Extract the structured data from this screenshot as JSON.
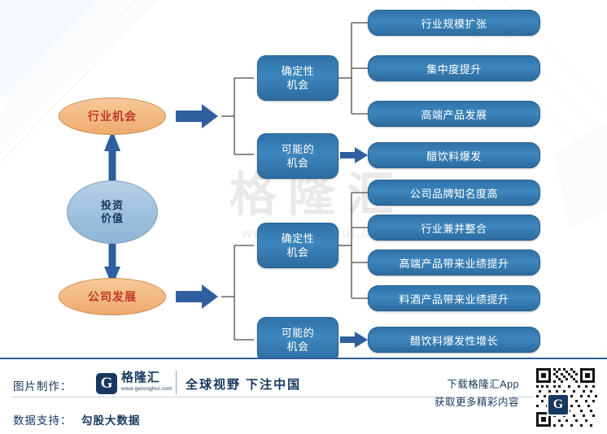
{
  "meta": {
    "title": "投资价值分析结构图",
    "watermark_big": "格隆汇",
    "watermark_small": "www.gelonghui.com",
    "colors": {
      "blue_box": "#3d86bd",
      "blue_box_border": "#24608f",
      "orange_ellipse": "#f2b77f",
      "orange_text": "#c0392b",
      "center_ellipse": "#9dbfdc",
      "footer_accent": "#2f5f9e",
      "arrow": "#2f5f9e"
    }
  },
  "diagram": {
    "root": {
      "label": "投资\n价值",
      "line1": "投资",
      "line2": "价值"
    },
    "branches": [
      {
        "id": "industry",
        "label": "行业机会",
        "groups": [
          {
            "id": "industry-certain",
            "label_line1": "确定性",
            "label_line2": "机会",
            "items": [
              "行业规模扩张",
              "集中度提升",
              "高端产品发展"
            ]
          },
          {
            "id": "industry-possible",
            "label_line1": "可能的",
            "label_line2": "机会",
            "items": [
              "醋饮料爆发"
            ]
          }
        ]
      },
      {
        "id": "company",
        "label": "公司发展",
        "groups": [
          {
            "id": "company-certain",
            "label_line1": "确定性",
            "label_line2": "机会",
            "items": [
              "公司品牌知名度高",
              "行业兼并整合",
              "高端产品带来业绩提升",
              "料酒产品带来业绩提升"
            ]
          },
          {
            "id": "company-possible",
            "label_line1": "可能的",
            "label_line2": "机会",
            "items": [
              "醋饮料爆发性增长"
            ]
          }
        ]
      }
    ]
  },
  "footer": {
    "made_by_label": "图片制作：",
    "data_by_label": "数据支持：",
    "data_by_value": "勾股大数据",
    "logo_mark": "G",
    "logo_cn": "格隆汇",
    "logo_en": "www.gelonghui.com",
    "slogan": "全球视野 下注中国",
    "right_line1": "下载格隆汇App",
    "right_line2": "获取更多精彩内容",
    "qr_badge": "G"
  }
}
